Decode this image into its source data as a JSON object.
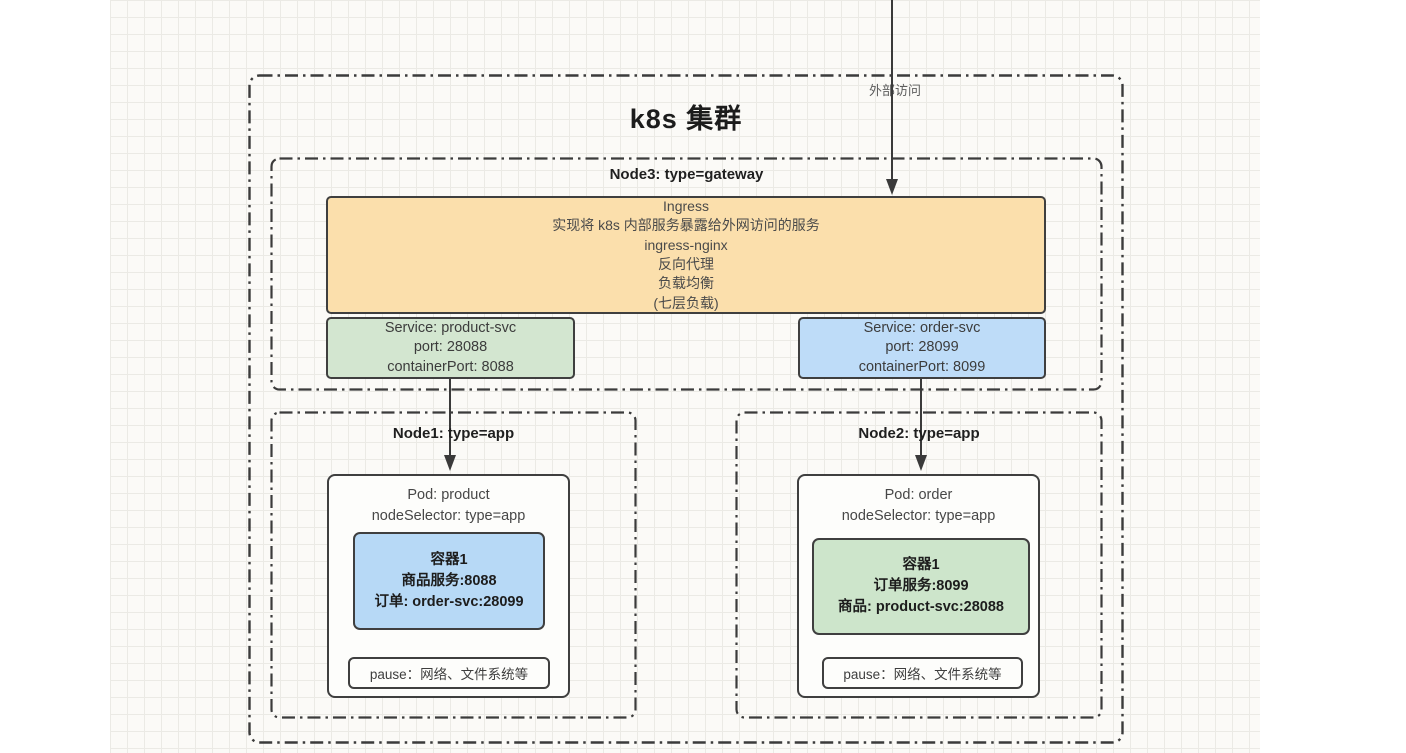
{
  "cluster": {
    "title": "k8s 集群"
  },
  "external": {
    "label": "外部访问"
  },
  "node3": {
    "label": "Node3: type=gateway",
    "ingress": {
      "lines": [
        "Ingress",
        "实现将 k8s 内部服务暴露给外网访问的服务",
        "ingress-nginx",
        "反向代理",
        "负载均衡",
        "(七层负载)"
      ]
    },
    "services": [
      {
        "line1": "Service: product-svc",
        "line2": "port: 28088",
        "line3": "containerPort: 8088"
      },
      {
        "line1": "Service: order-svc",
        "line2": "port: 28099",
        "line3": "containerPort: 8099"
      }
    ]
  },
  "node1": {
    "label": "Node1: type=app",
    "pod": {
      "line1": "Pod: product",
      "line2": "nodeSelector: type=app",
      "container": {
        "line1": "容器1",
        "line2": "商品服务:8088",
        "line3": "订单: order-svc:28099"
      },
      "pause": "pause：网络、文件系统等"
    }
  },
  "node2": {
    "label": "Node2: type=app",
    "pod": {
      "line1": "Pod: order",
      "line2": "nodeSelector: type=app",
      "container": {
        "line1": "容器1",
        "line2": "订单服务:8099",
        "line3": "商品: product-svc:28088"
      },
      "pause": "pause：网络、文件系统等"
    }
  },
  "colors": {
    "ingress_bg": "#fbdfac",
    "service_product_bg": "#d3e6d0",
    "service_order_bg": "#bedcf8",
    "container_product_bg": "#b7d9f6",
    "container_order_bg": "#cde5cb",
    "pod_bg": "#fdfdfb",
    "border": "#3f3f3f",
    "dash_border": "#3b3b3b"
  }
}
